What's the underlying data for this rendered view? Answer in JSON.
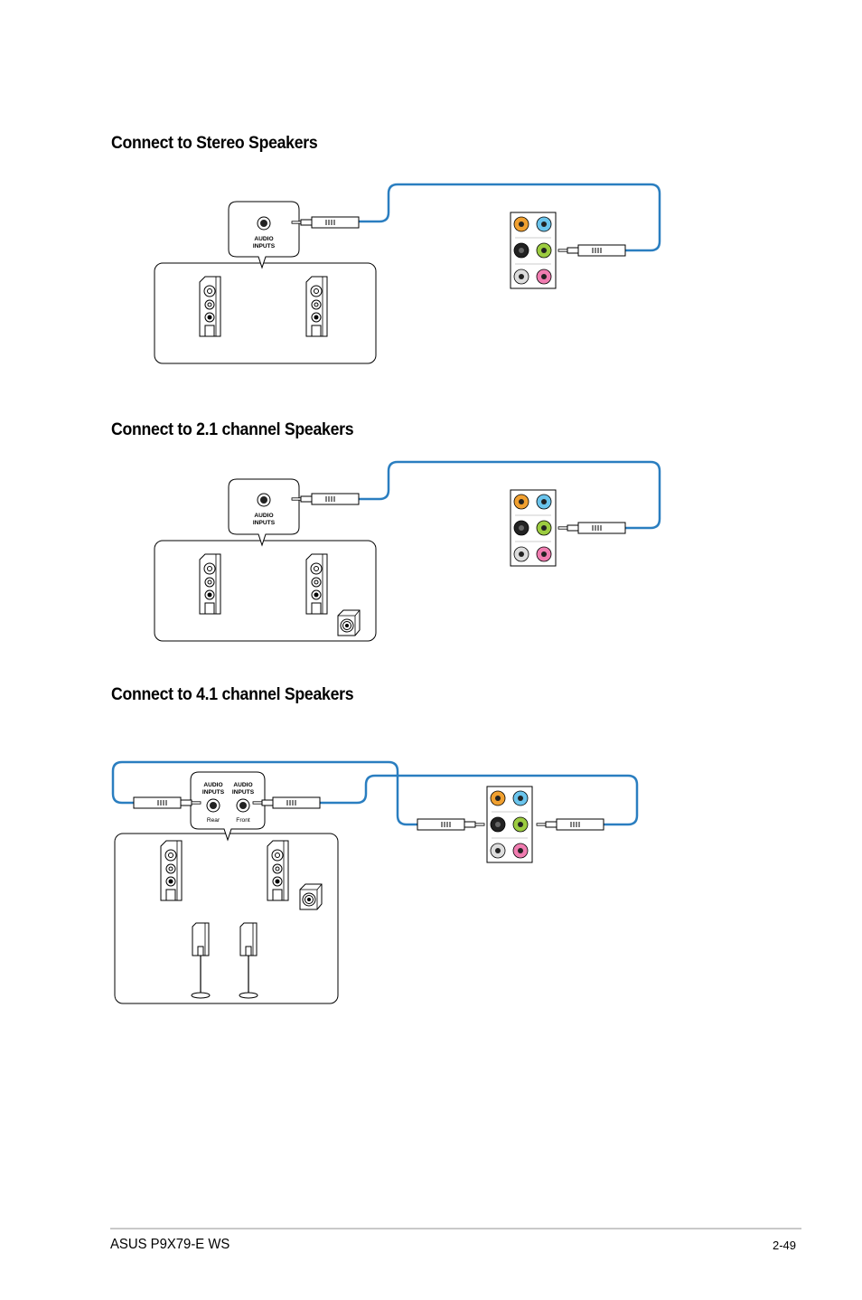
{
  "sections": [
    {
      "title": "Connect to Stereo Speakers",
      "inputs_label_1": "AUDIO",
      "inputs_label_2": "INPUTS"
    },
    {
      "title": "Connect to 2.1 channel Speakers",
      "inputs_label_1": "AUDIO",
      "inputs_label_2": "INPUTS"
    },
    {
      "title": "Connect to 4.1 channel Speakers",
      "inputs_label_1": "AUDIO",
      "inputs_label_2": "INPUTS",
      "rear_label": "Rear",
      "front_label": "Front"
    }
  ],
  "jack_colors": {
    "orange": "#f0a030",
    "blue": "#6ac4ec",
    "black": "#222222",
    "green": "#9ccc40",
    "gray": "#cccccc",
    "pink": "#f07cb0"
  },
  "cable_color": "#2a7ec0",
  "footer": {
    "product": "ASUS P9X79-E WS",
    "page": "2-49"
  }
}
